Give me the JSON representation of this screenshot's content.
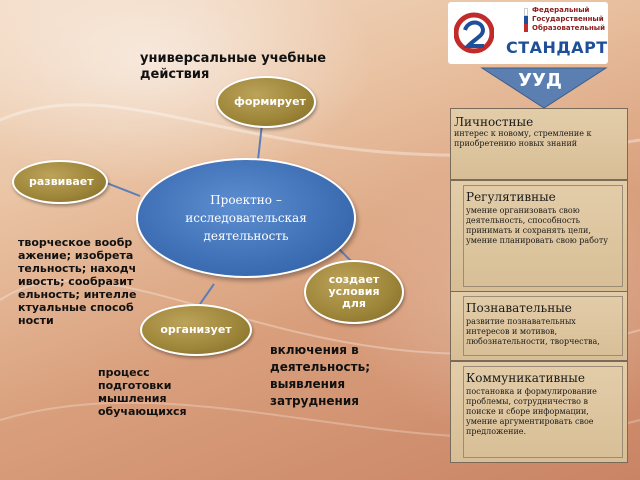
{
  "heading": "универсальные учебные действия",
  "logo": {
    "lines": [
      "Федеральный",
      "Государственный",
      "Образовательный"
    ],
    "word": "СТАНДАРТ"
  },
  "uud_label": "УУД",
  "center_text": "Проектно – исследовательская деятельность",
  "ovals": {
    "forms": "формирует",
    "develops": "развивает",
    "creates": "создает условия для",
    "organizes": "организует"
  },
  "texts": {
    "qualities": "творческое воображение; изобретательность; находчивость; сообразительность; интеллектуальные способности",
    "process": "процесс подготовки мышления обучающихся",
    "inclusion": "включения в деятельность; выявления затруднения"
  },
  "panels": [
    {
      "title": "Личностные",
      "text": "интерес к новому, стремление к приобретению новых знаний"
    },
    {
      "title": "Регулятивные",
      "text": "умение организовать свою деятельность, способность принимать и сохранять цели, умение планировать свою работу"
    },
    {
      "title": "Познавательные",
      "text": "развитие познавательных интересов и мотивов, любознательности, творчества,"
    },
    {
      "title": "Коммуникативные",
      "text": "постановка и формулирование проблемы, сотрудничество в поиске и сборе информации, умение аргументировать свое предложение."
    }
  ],
  "colors": {
    "center": "#3e6fb5",
    "oval": "#9c8438",
    "panel": "#d7be96",
    "arrow": "#5b7fb0"
  }
}
